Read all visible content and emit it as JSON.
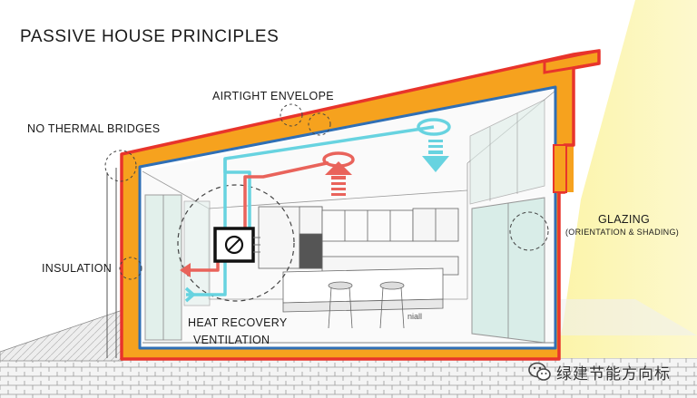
{
  "title": "PASSIVE HOUSE PRINCIPLES",
  "labels": {
    "airtight": "AIRTIGHT ENVELOPE",
    "thermal_bridges": "NO THERMAL BRIDGES",
    "insulation": "INSULATION",
    "heat_recovery_line1": "HEAT RECOVERY",
    "heat_recovery_line2": "VENTILATION",
    "glazing": "GLAZING",
    "glazing_sub": "(ORIENTATION & SHADING)",
    "signature": "niall"
  },
  "watermark": {
    "text": "绿建节能方向标",
    "logo": "wechat-logo"
  },
  "colors": {
    "insulation": "#f6a21e",
    "airtight_outer": "#e8342b",
    "airtight_inner": "#2f6fb5",
    "warm_air": "#e9635b",
    "fresh_air": "#67d3e0",
    "sunlight": "#fbf3a0",
    "mvhr_unit": "#111111"
  },
  "icons": [
    "warm-air-up-arrow-icon",
    "cool-air-down-arrow-icon",
    "mvhr-fan-icon"
  ]
}
